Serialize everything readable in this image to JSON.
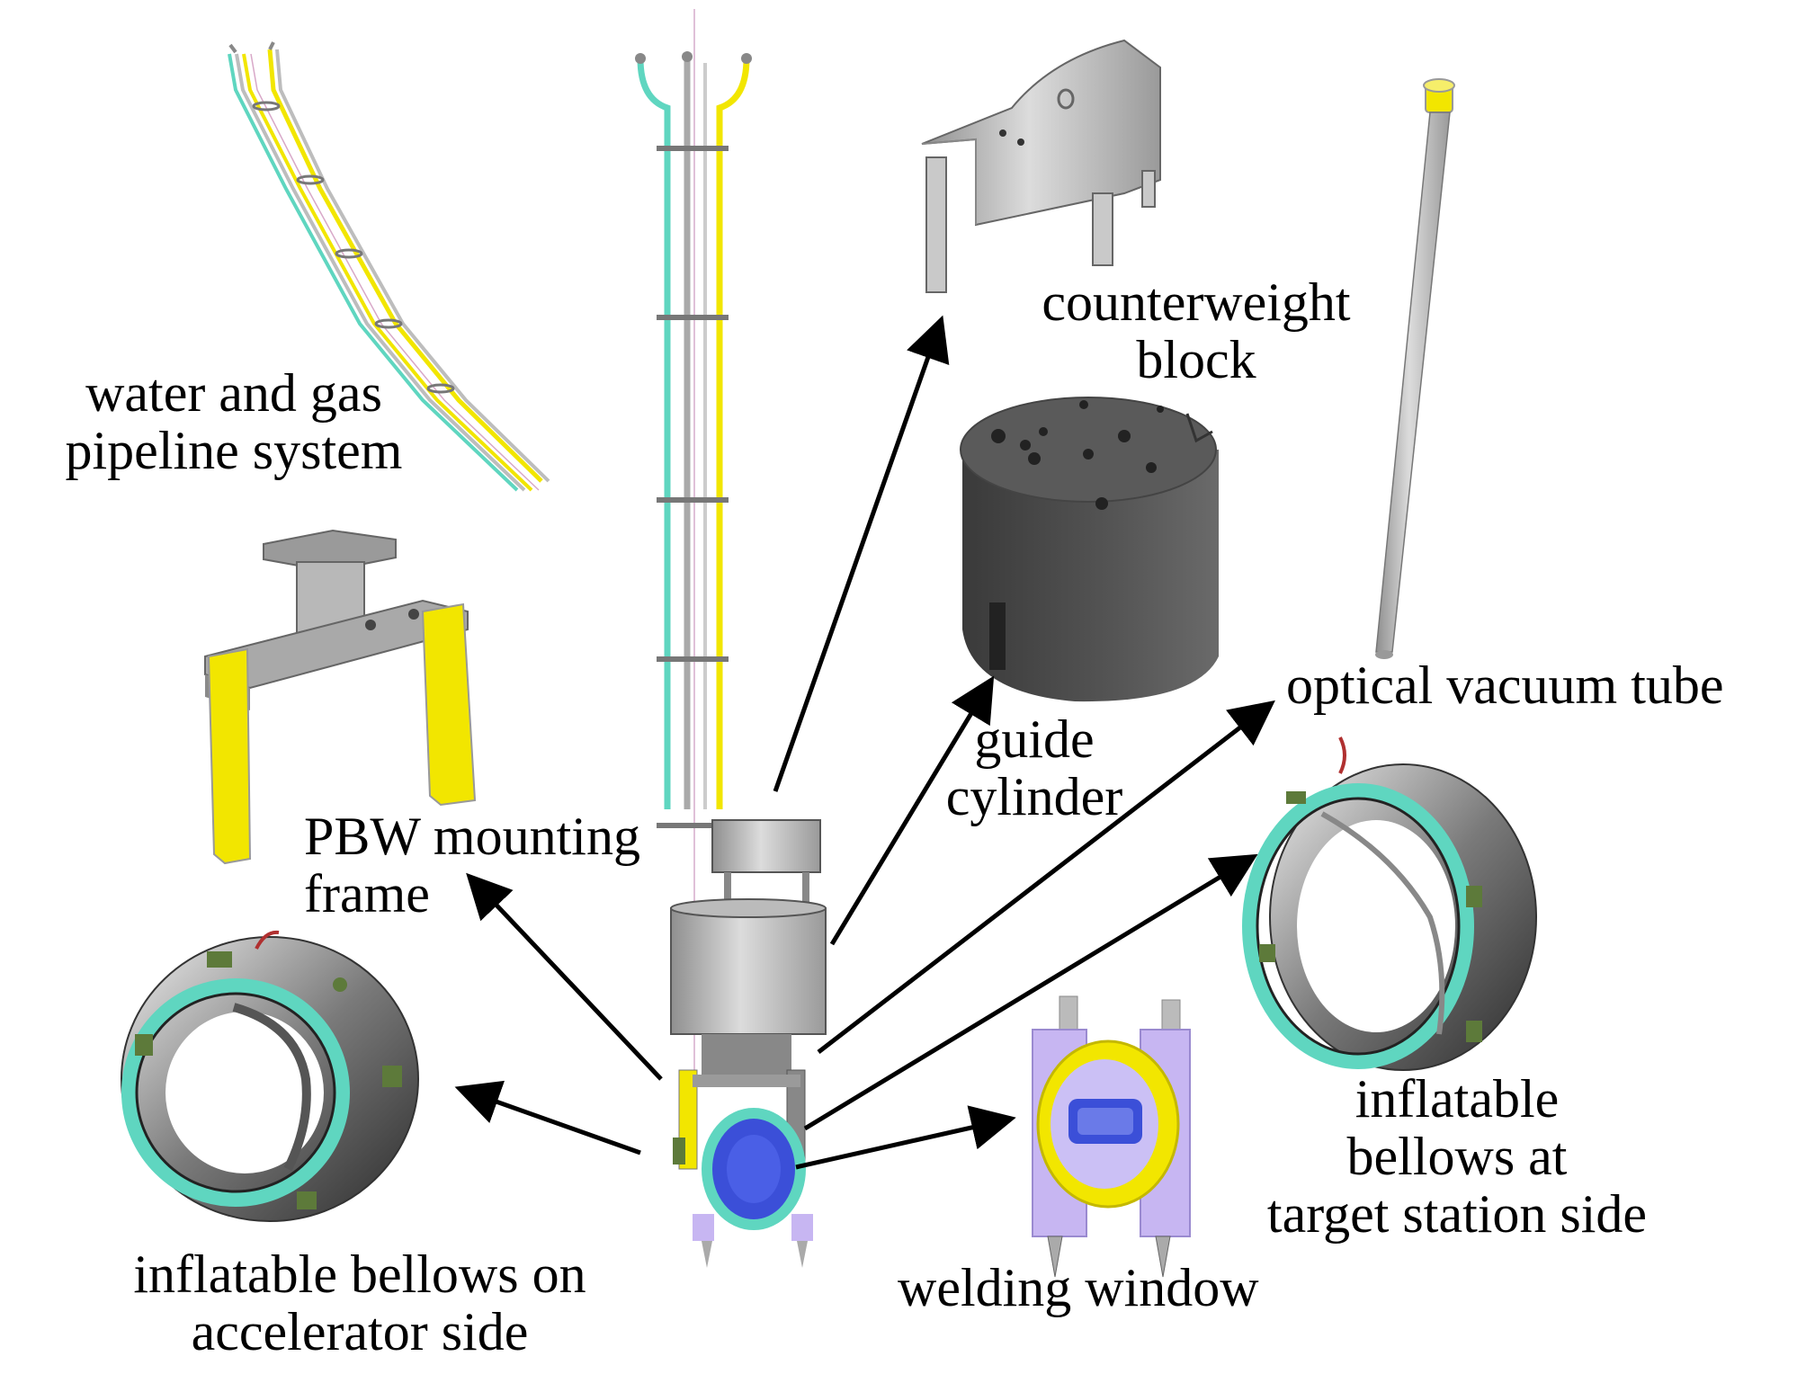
{
  "labels": {
    "water_gas": {
      "line1": "water and gas",
      "line2": "pipeline system"
    },
    "counterweight": {
      "line1": "counterweight",
      "line2": "block"
    },
    "guide": {
      "line1": "guide",
      "line2": "cylinder"
    },
    "optical": {
      "line1": "optical vacuum tube"
    },
    "pbw_frame": {
      "line1": "PBW mounting",
      "line2": "frame"
    },
    "bellows_target": {
      "line1": "inflatable",
      "line2": "bellows at",
      "line3": "target station side"
    },
    "welding": {
      "line1": "welding window"
    },
    "bellows_accel": {
      "line1": "inflatable bellows on",
      "line2": "accelerator side"
    }
  },
  "colors": {
    "arrow": "#000000",
    "steel_light": "#c9c9c9",
    "steel_mid": "#9a9a9a",
    "steel_dark": "#4a4a4a",
    "yellow": "#f2e600",
    "teal": "#5fd6c0",
    "purple": "#c7b6f2",
    "blue_window": "#3b4fd8",
    "green_clamp": "#5d7a3a"
  }
}
